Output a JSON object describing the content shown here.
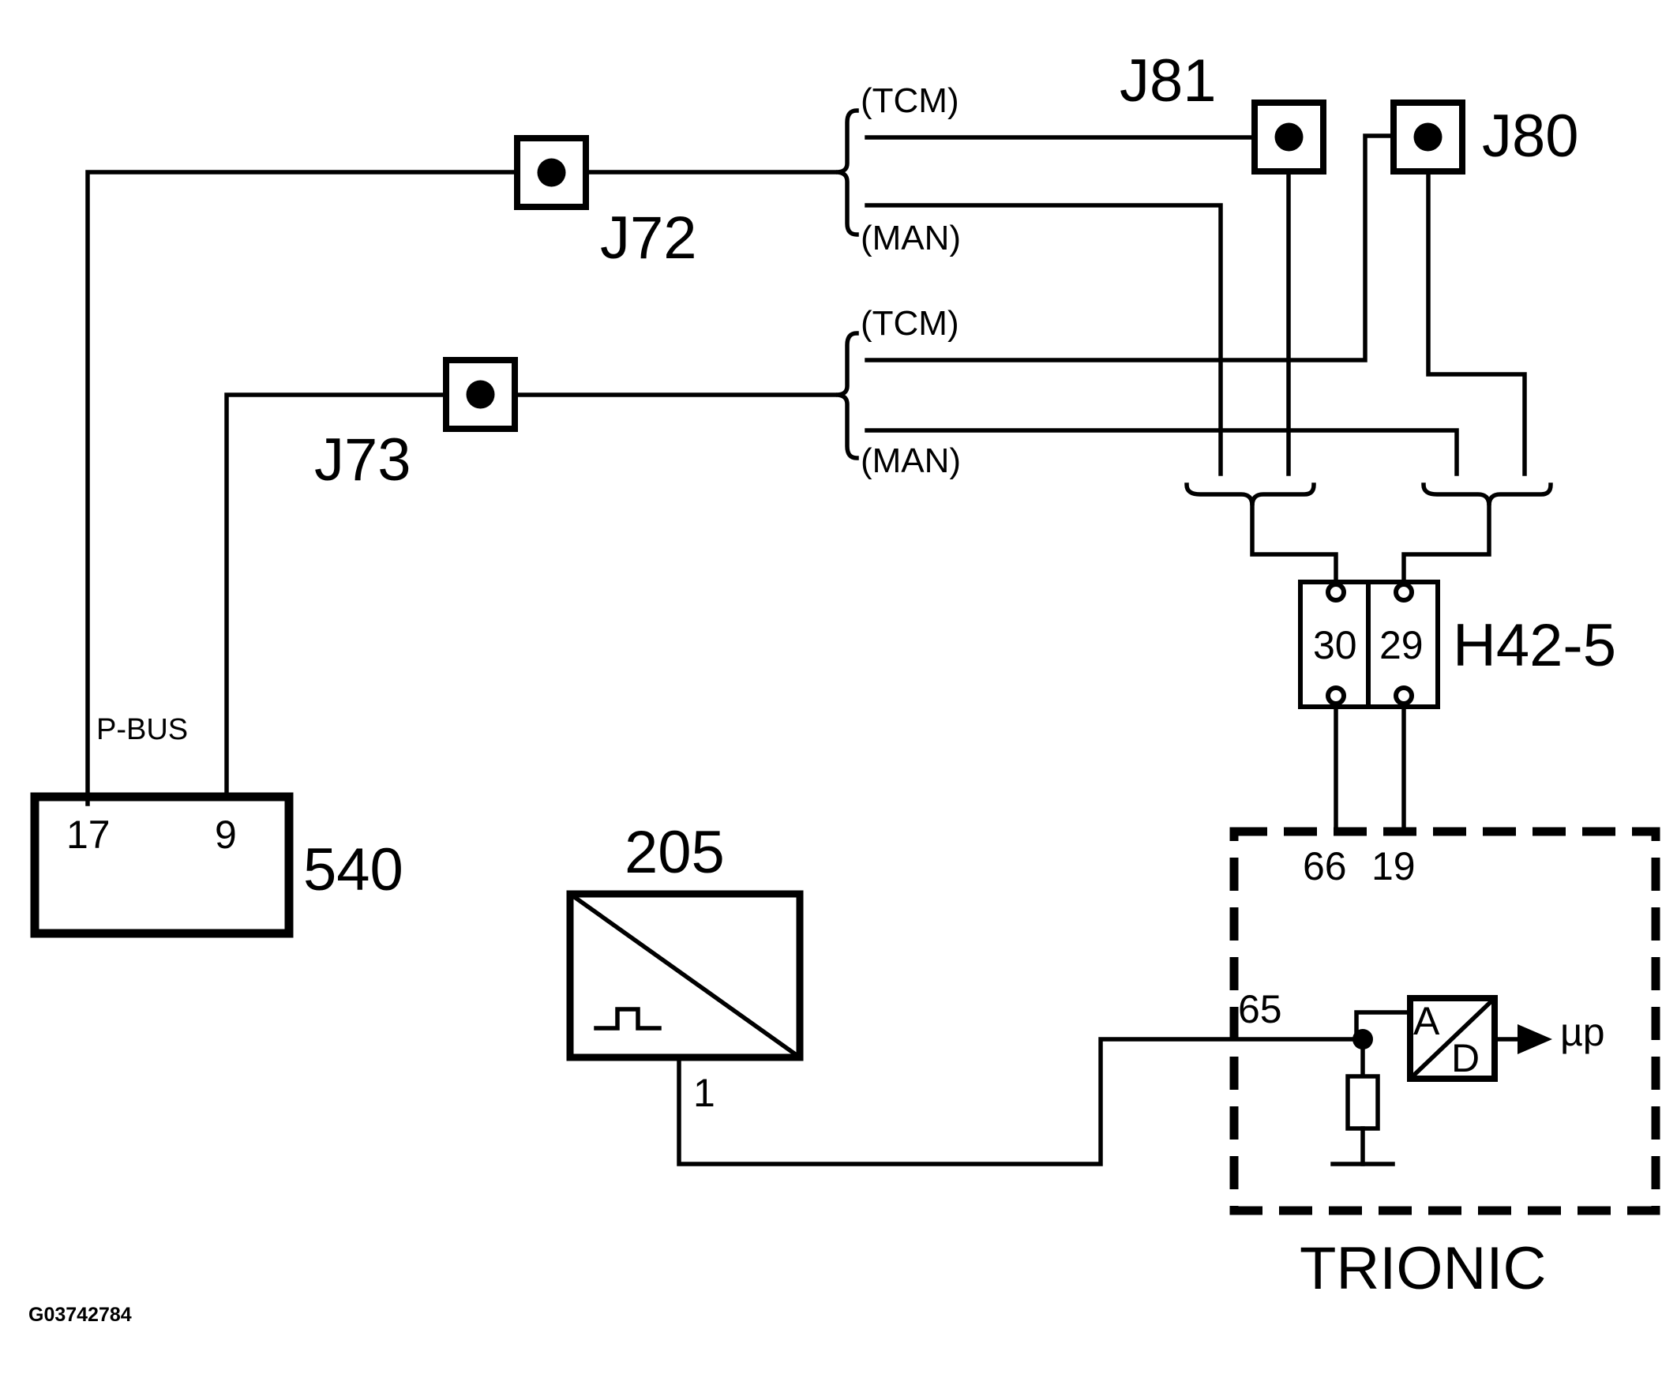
{
  "components": {
    "j72": "J72",
    "j73": "J73",
    "j81": "J81",
    "j80": "J80",
    "h42": "H42-5",
    "c540": "540",
    "c205": "205",
    "trionic": "TRIONIC"
  },
  "branches": {
    "tcm_upper": "(TCM)",
    "man_upper": "(MAN)",
    "tcm_lower": "(TCM)",
    "man_lower": "(MAN)"
  },
  "pins": {
    "h42_left": "30",
    "h42_right": "29",
    "c540_left": "17",
    "c540_right": "9",
    "trionic_66": "66",
    "trionic_19": "19",
    "trionic_65": "65",
    "c205_pin": "1"
  },
  "labels": {
    "pbus": "P-BUS",
    "ad_a": "A",
    "ad_d": "D",
    "up": "µp",
    "figure_code": "G03742784"
  }
}
